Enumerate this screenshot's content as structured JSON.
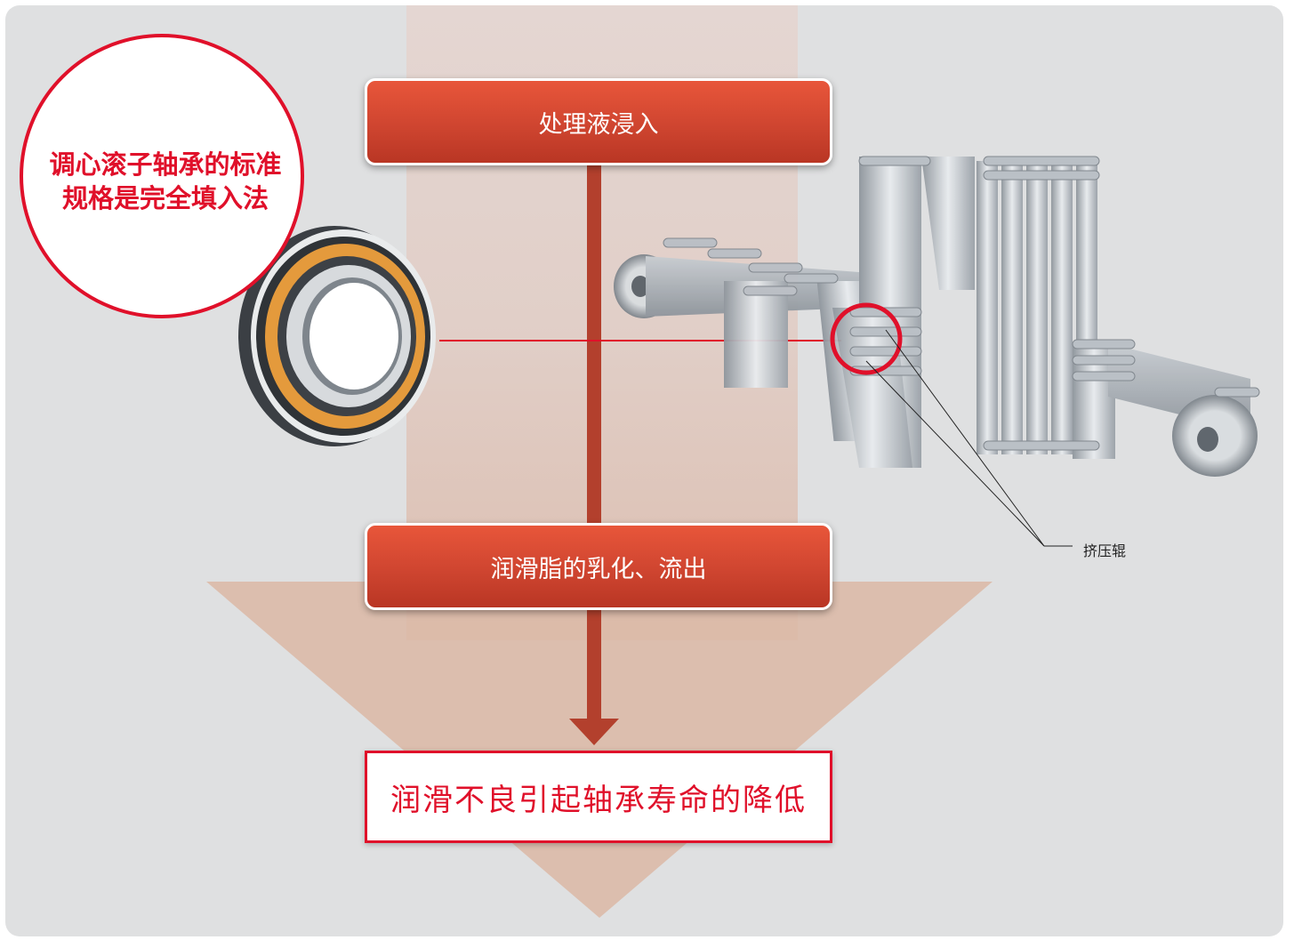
{
  "callout": {
    "line1": "调心滚子轴承的标准",
    "line2": "规格是完全填入法"
  },
  "stages": {
    "first": "处理液浸入",
    "second": "润滑脂的乳化、流出"
  },
  "result": "润滑不良引起轴承寿命的降低",
  "annotation": {
    "roll_label": "挤压辊"
  },
  "colors": {
    "accent_red": "#e0102a",
    "stage_red": "#d14a33",
    "background": "#dfe0e1",
    "arrow_fill": "#dbbaa8"
  }
}
